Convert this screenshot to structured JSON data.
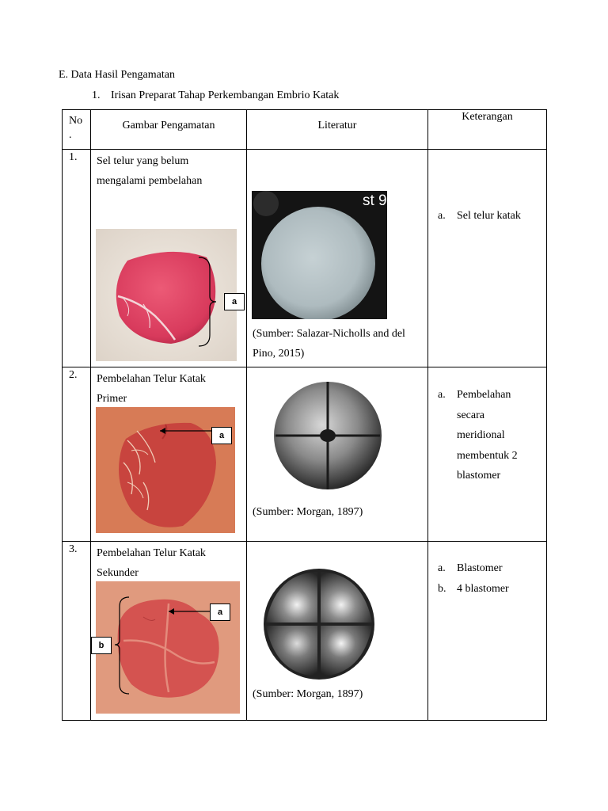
{
  "section_heading": "E. Data Hasil Pengamatan",
  "subsection": {
    "number": "1.",
    "title": "Irisan Preparat Tahap Perkembangan Embrio Katak"
  },
  "table": {
    "headers": {
      "no": "No",
      "no_dot": ".",
      "gambar": "Gambar Pengamatan",
      "literatur": "Literatur",
      "keterangan": "Keterangan"
    },
    "rows": [
      {
        "no": "1.",
        "desc_lines": [
          "Sel telur yang belum",
          "mengalami pembelahan"
        ],
        "labels": [
          "a"
        ],
        "literature_overlay": "st 9",
        "source_lines": [
          "(Sumber: Salazar-Nicholls and del",
          "Pino, 2015)"
        ],
        "keterangan": [
          {
            "letter": "a.",
            "lines": [
              "Sel telur katak"
            ]
          }
        ]
      },
      {
        "no": "2.",
        "desc_lines": [
          "Pembelahan Telur Katak",
          "Primer"
        ],
        "labels": [
          "a"
        ],
        "source_lines": [
          "(Sumber: Morgan, 1897)"
        ],
        "keterangan": [
          {
            "letter": "a.",
            "lines": [
              "Pembelahan",
              "secara",
              "meridional",
              "membentuk 2",
              "blastomer"
            ]
          }
        ]
      },
      {
        "no": "3.",
        "desc_lines": [
          "Pembelahan Telur Katak",
          "Sekunder"
        ],
        "labels": [
          "a",
          "b"
        ],
        "source_lines": [
          "(Sumber: Morgan, 1897)"
        ],
        "keterangan": [
          {
            "letter": "a.",
            "lines": [
              "Blastomer"
            ]
          },
          {
            "letter": "b.",
            "lines": [
              "4 blastomer"
            ]
          }
        ]
      }
    ]
  }
}
